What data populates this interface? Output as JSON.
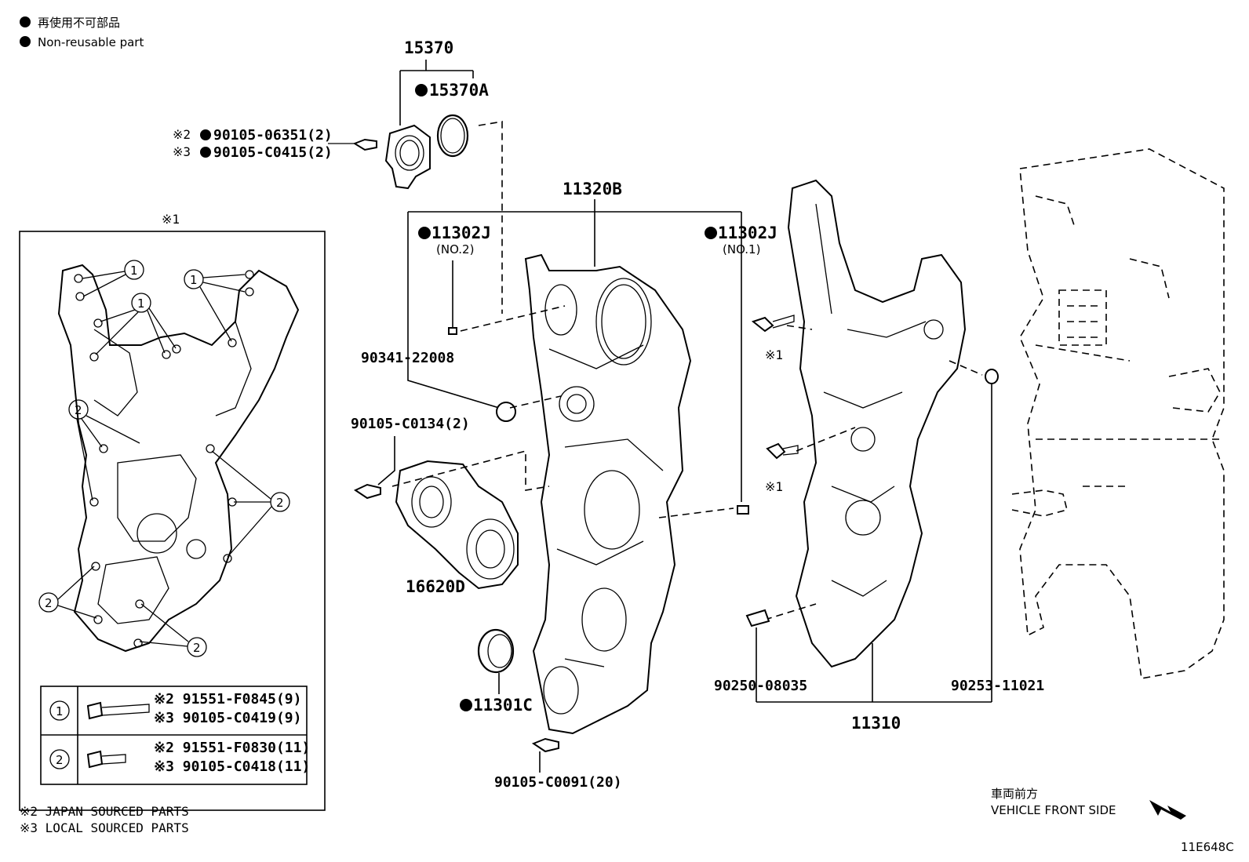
{
  "legend": {
    "jp": "再使用不可部品",
    "en": "Non-reusable part"
  },
  "labels": {
    "p15370": "15370",
    "p15370A": "15370A",
    "mark2": "※2",
    "mark3": "※3",
    "mark1": "※1",
    "b06351": "90105-06351(2)",
    "bC0415": "90105-C0415(2)",
    "p11320B": "11320B",
    "p11302J": "11302J",
    "no2": "(NO.2)",
    "no1": "(NO.1)",
    "b22008": "90341-22008",
    "bC0134": "90105-C0134(2)",
    "p16620D": "16620D",
    "p11301C": "11301C",
    "bC0091": "90105-C0091(20)",
    "b08035": "90250-08035",
    "b11021": "90253-11021",
    "p11310": "11310"
  },
  "inset": {
    "title": "※1",
    "c1": "1",
    "c2": "2"
  },
  "table": {
    "r1a": "※2 91551-F0845(9)",
    "r1b": "※3 90105-C0419(9)",
    "r2a": "※2 91551-F0830(11)",
    "r2b": "※3 90105-C0418(11)"
  },
  "footnotes": {
    "f2": "※2 JAPAN SOURCED PARTS",
    "f3": "※3 LOCAL SOURCED PARTS"
  },
  "front": {
    "jp": "車両前方",
    "en": "VEHICLE FRONT SIDE"
  },
  "diagram_id": "11E648C"
}
